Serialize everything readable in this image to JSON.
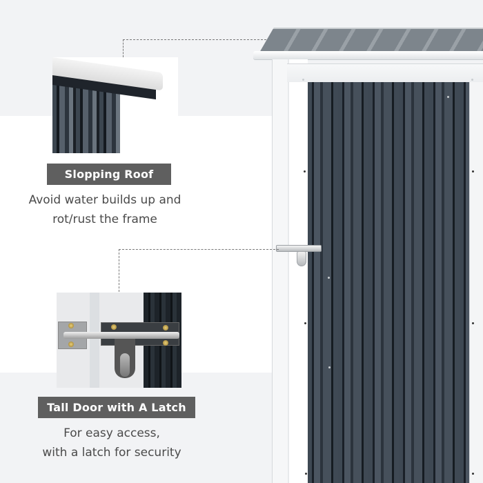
{
  "features": [
    {
      "id": "roof",
      "title": "Slopping Roof",
      "description_lines": [
        "Avoid water builds up and",
        "rot/rust the frame"
      ],
      "thumbnail": "sloped-roof-closeup"
    },
    {
      "id": "door",
      "title": "Tall Door with A Latch",
      "description_lines": [
        "For easy access,",
        "with a latch for security"
      ],
      "thumbnail": "door-latch-closeup"
    }
  ],
  "product_image": "metal-garden-shed-dark-grey-white-frame",
  "colors": {
    "label_bg": "#5f5f5f",
    "label_text": "#ffffff",
    "description_text": "#4a4a4a",
    "band_bg": "#f2f3f5",
    "panel_dark": "#3e4853",
    "frame_white": "#f6f7f8",
    "connector": "#777777"
  }
}
